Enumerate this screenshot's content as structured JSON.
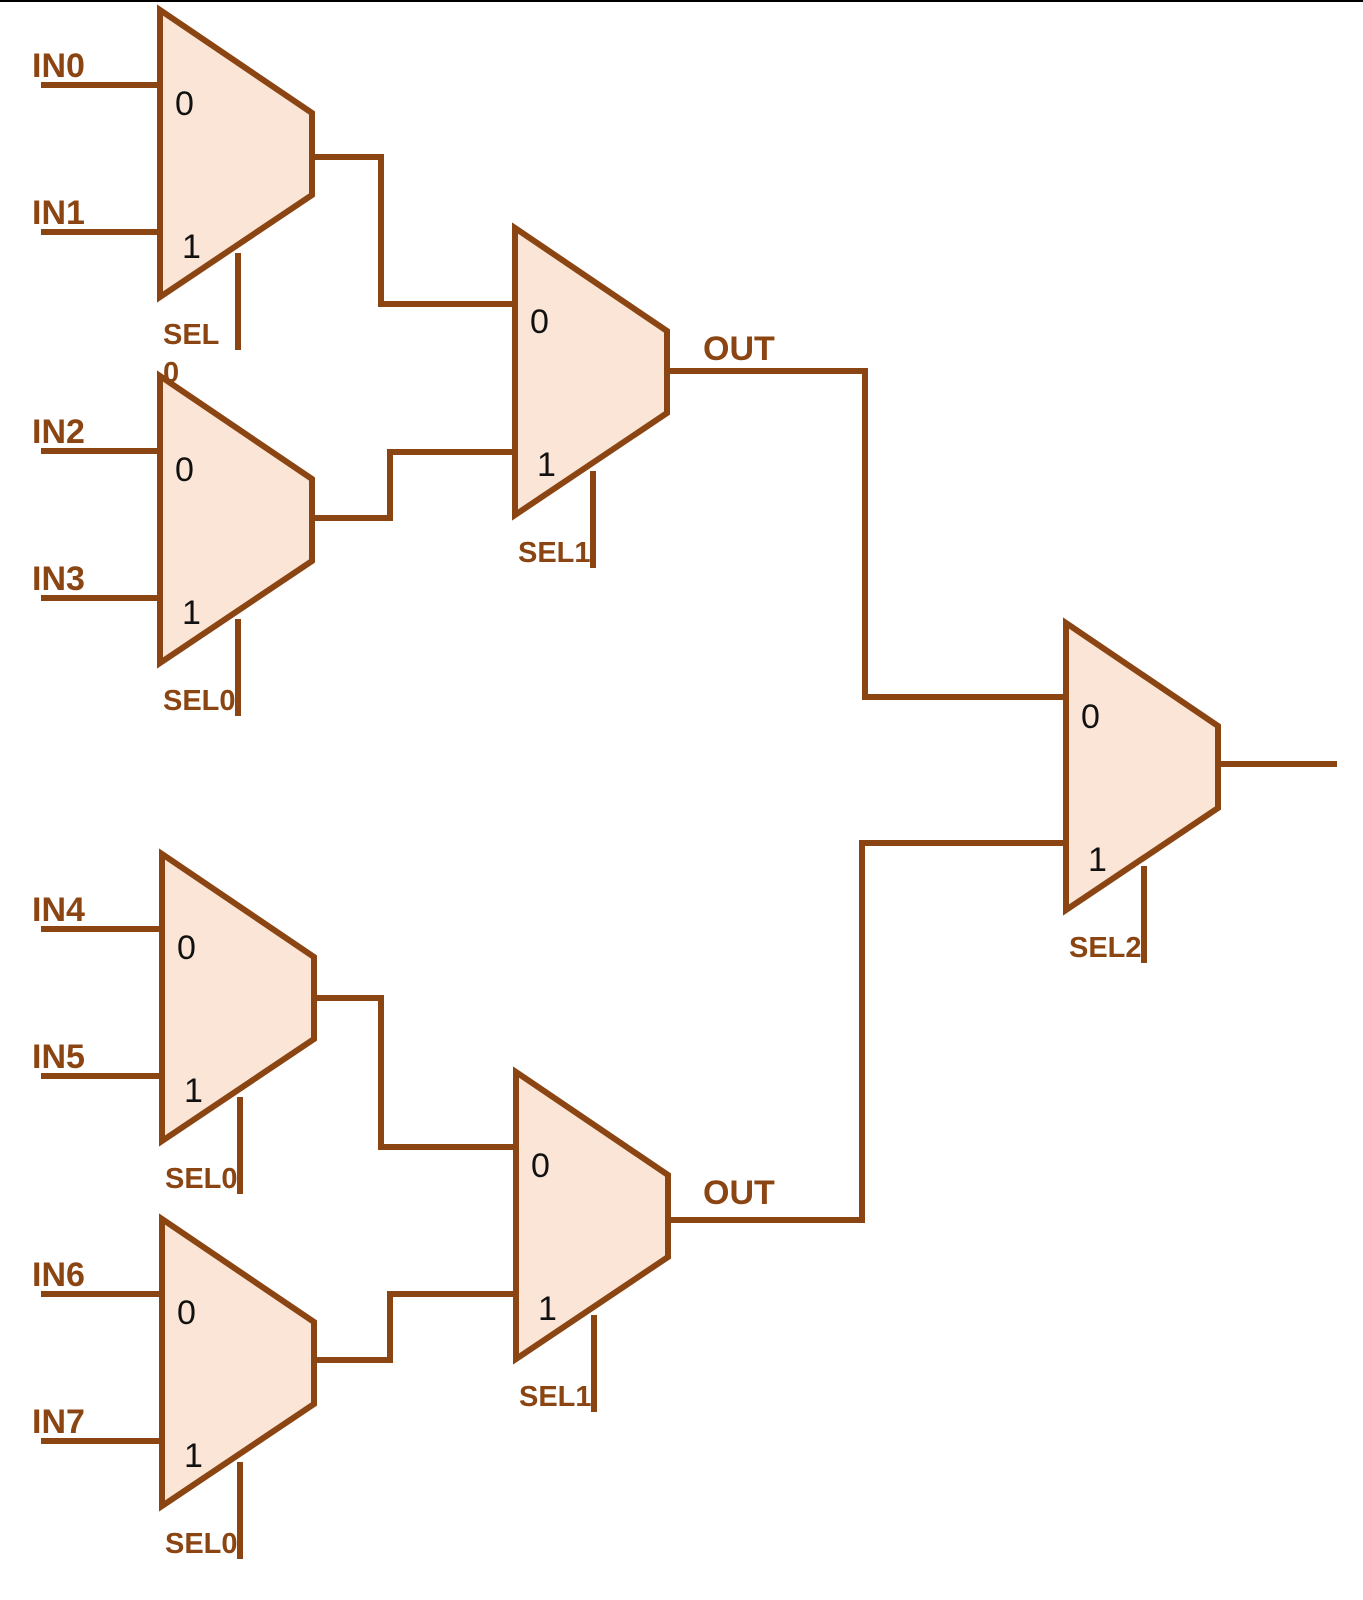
{
  "colors": {
    "stroke": "#8B4513",
    "fill": "#FBE5D6",
    "text": "#8B4513",
    "port_text": "#111111"
  },
  "inputs": [
    "IN0",
    "IN1",
    "IN2",
    "IN3",
    "IN4",
    "IN5",
    "IN6",
    "IN7"
  ],
  "muxes": {
    "stage1": [
      {
        "port0": "0",
        "port1": "1",
        "sel_line1": "SEL",
        "sel_line2": "0"
      },
      {
        "port0": "0",
        "port1": "1",
        "sel_line1": "SEL0"
      },
      {
        "port0": "0",
        "port1": "1",
        "sel_line1": "SEL0"
      },
      {
        "port0": "0",
        "port1": "1",
        "sel_line1": "SEL0"
      }
    ],
    "stage2": [
      {
        "port0": "0",
        "port1": "1",
        "sel_line1": "SEL1",
        "out_label": "OUT"
      },
      {
        "port0": "0",
        "port1": "1",
        "sel_line1": "SEL1",
        "out_label": "OUT"
      }
    ],
    "stage3": [
      {
        "port0": "0",
        "port1": "1",
        "sel_line1": "SEL2"
      }
    ]
  }
}
